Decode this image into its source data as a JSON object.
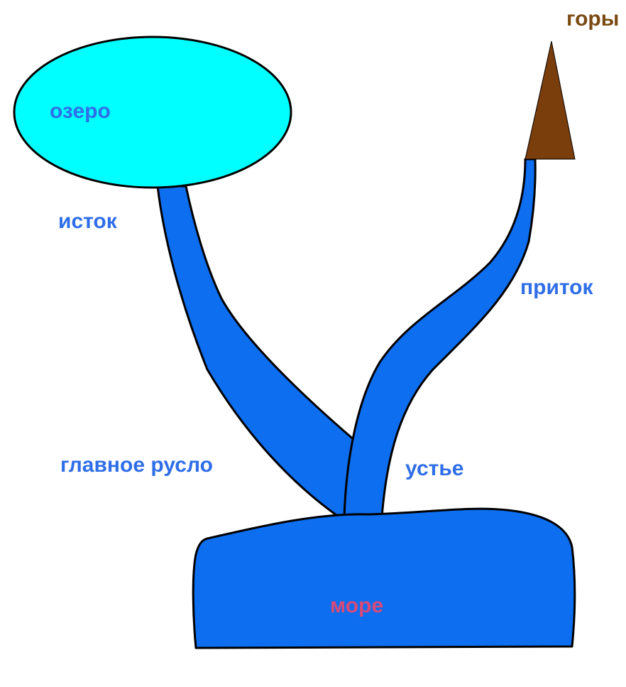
{
  "colors": {
    "background": "#ffffff",
    "lake": "#00ffff",
    "river": "#0d6ef0",
    "mountain": "#7a3d0c",
    "label_blue": "#2f6ee8",
    "label_brown": "#7a4a12",
    "sea_label": "#d94a78"
  },
  "labels": {
    "lake": "озеро",
    "source": "исток",
    "mountains": "горы",
    "tributary": "приток",
    "main_channel": "главное русло",
    "mouth": "устье",
    "sea": "море"
  }
}
